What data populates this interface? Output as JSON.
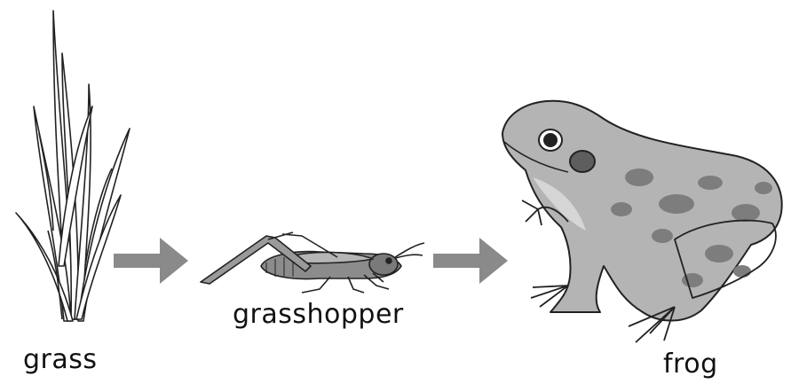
{
  "food_chain": {
    "organisms": [
      {
        "label": "grass",
        "icon": "grass-icon"
      },
      {
        "label": "grasshopper",
        "icon": "grasshopper-icon"
      },
      {
        "label": "frog",
        "icon": "frog-icon"
      }
    ],
    "arrows": [
      {
        "from": "grass",
        "to": "grasshopper"
      },
      {
        "from": "grasshopper",
        "to": "frog"
      }
    ],
    "colors": {
      "arrow": "#8a8a8a",
      "outline": "#222222",
      "frog_body": "#b4b4b4",
      "frog_spots": "#7d7d7d",
      "grasshopper_body": "#8c8c8c"
    }
  }
}
